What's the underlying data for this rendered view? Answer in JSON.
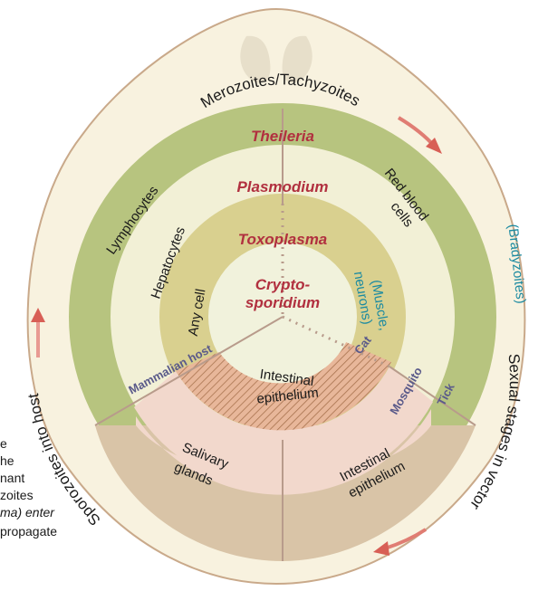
{
  "outer_ring": {
    "top": "Merozoites/Tachyzoites",
    "right_teal": "(Bradyzoites)",
    "right_lower": "Sexual stages in vector",
    "left_lower": "Sporozoites into host"
  },
  "genera": {
    "theileria": "Theileria",
    "plasmodium": "Plasmodium",
    "toxoplasma": "Toxoplasma",
    "cryptosporidium_line1": "Crypto-",
    "cryptosporidium_line2": "sporidium"
  },
  "cells": {
    "lymphocytes": "Lymphocytes",
    "red_blood_line1": "Red blood",
    "red_blood_line2": "cells",
    "hepatocytes": "Hepatocytes",
    "any_cell": "Any cell",
    "muscle_line1": "(Muscle,",
    "muscle_line2": "neurons)",
    "intestinal_inner_line1": "Intestinal",
    "intestinal_inner_line2": "epithelium",
    "salivary_line1": "Salivary",
    "salivary_line2": "glands",
    "intestinal_outer_line1": "Intestinal",
    "intestinal_outer_line2": "epithelium"
  },
  "hosts": {
    "mammalian": "Mammalian host",
    "cat": "Cat",
    "mosquito": "Mosquito",
    "tick": "Tick"
  },
  "caption_fragments": [
    "e",
    "he",
    "nant",
    "zoites",
    "ma) enter",
    "propagate"
  ],
  "colors": {
    "outer_fill": "#f8f2df",
    "outer_stroke": "#c9a98a",
    "ring_olive": "#b7c47f",
    "ring_cream": "#f2f0d6",
    "ring_khaki": "#d9d08f",
    "center": "#f1f2dc",
    "vector_tan": "#d9c4a7",
    "vector_pink": "#f2d8cc",
    "hatch": "#c58d66",
    "genus_red": "#b1303f",
    "teal": "#1b8aa1",
    "host_purple": "#5a5a8a",
    "arrow": "#e07d73"
  }
}
